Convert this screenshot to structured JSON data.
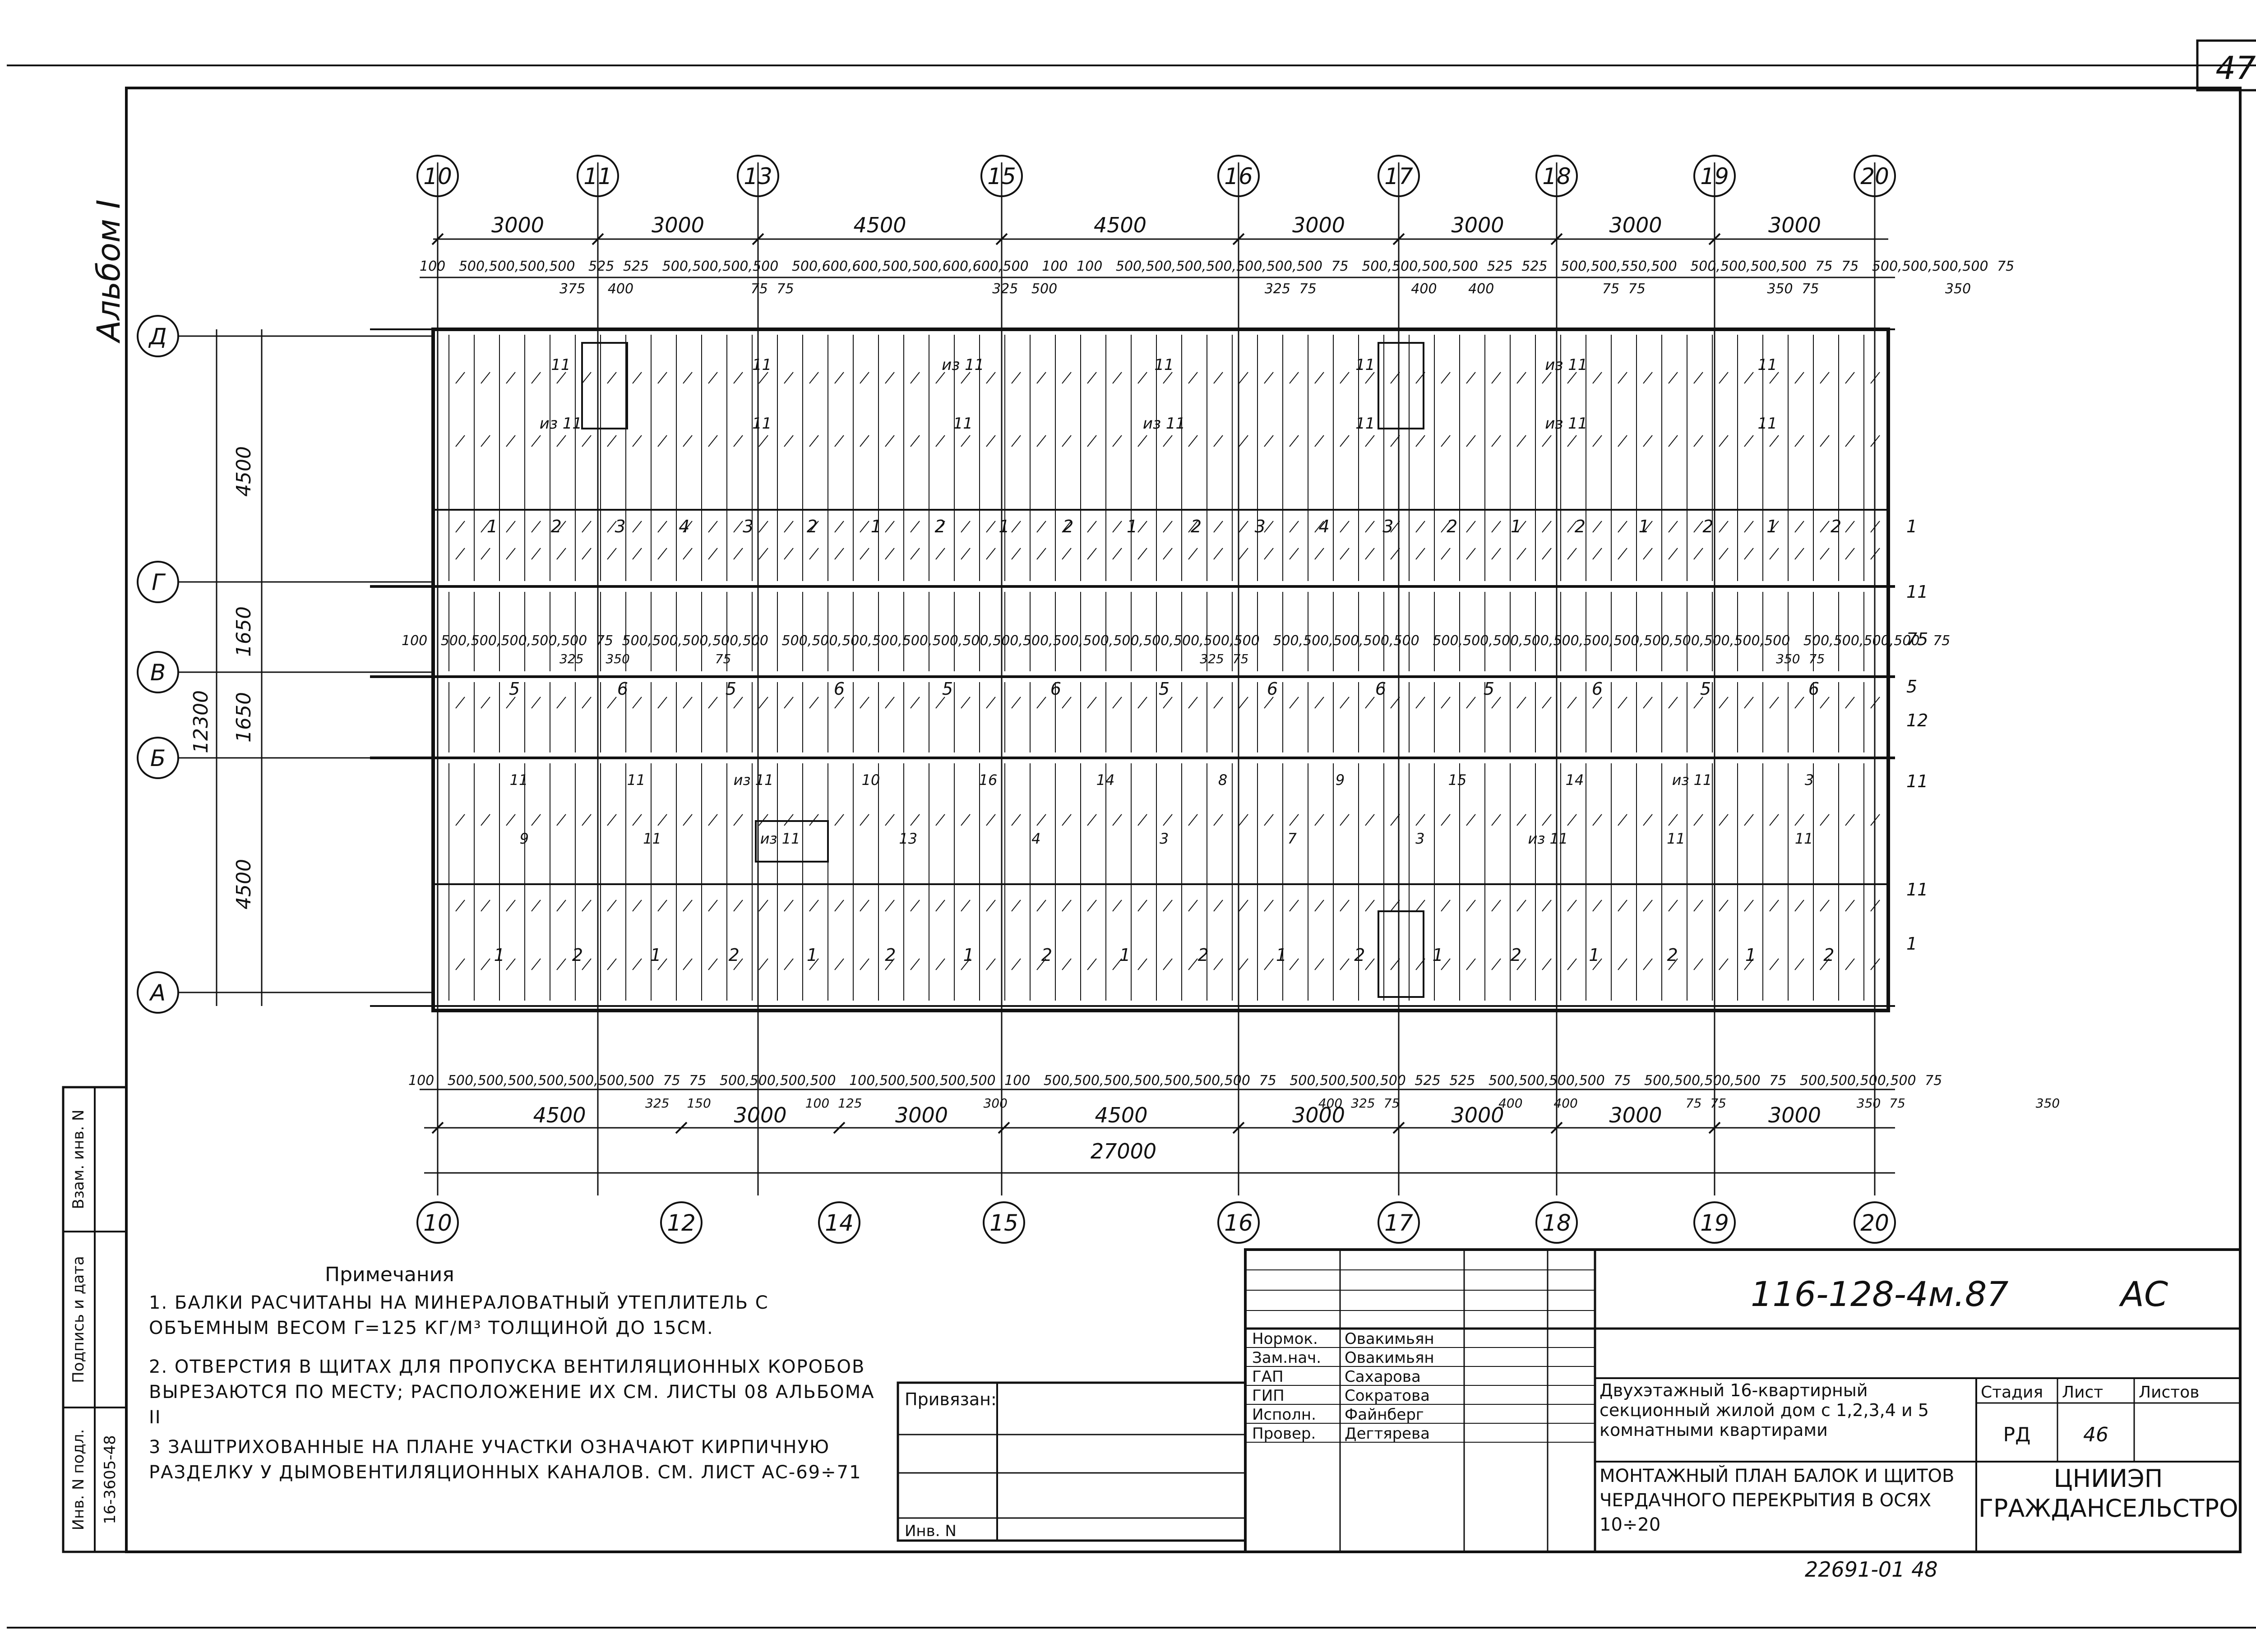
{
  "sheet_corner_number": "47",
  "album_label": "Альбом I",
  "axes_top": [
    "10",
    "11",
    "13",
    "15",
    "16",
    "17",
    "18",
    "19",
    "20"
  ],
  "axes_bottom": [
    "10",
    "12",
    "14",
    "15",
    "16",
    "17",
    "18",
    "19",
    "20"
  ],
  "axes_rows": [
    "Д",
    "Г",
    "В",
    "Б",
    "А"
  ],
  "dims_top_main": [
    "3000",
    "3000",
    "4500",
    "4500",
    "3000",
    "3000",
    "3000",
    "3000"
  ],
  "dims_top_detail": [
    "100",
    "500,500,500,500",
    "525",
    "525",
    "500,500,500,500",
    "500,600,600,500,500,600,600,500",
    "100",
    "100",
    "500,500,500,500,500,500,500",
    "75",
    "500,500,500,500",
    "525",
    "525",
    "500,500,550,500",
    "500,500,500,500",
    "75",
    "75",
    "500,500,500,500",
    "75"
  ],
  "dims_top_sub": [
    "375",
    "400",
    "75",
    "75",
    "325",
    "500",
    "325",
    "75",
    "400",
    "400",
    "75",
    "75",
    "350",
    "75",
    "350"
  ],
  "dims_bottom_detail": [
    "100",
    "500,500,500,500,500,500,500",
    "75",
    "75",
    "500,500,500,500",
    "100,500,500,500,500",
    "100",
    "500,500,500,500,500,500,500",
    "75",
    "500,500,500,500",
    "525",
    "525",
    "500,500,500,500",
    "75",
    "500,500,500,500",
    "75",
    "500,500,500,500",
    "75"
  ],
  "dims_bottom_sub": [
    "325",
    "150",
    "100",
    "125",
    "300",
    "400",
    "325",
    "75",
    "400",
    "400",
    "75",
    "75",
    "350",
    "75",
    "350"
  ],
  "dims_bottom_main": [
    "4500",
    "3000",
    "3000",
    "4500",
    "3000",
    "3000",
    "3000",
    "3000"
  ],
  "dims_total": "27000",
  "dims_left": [
    "4500",
    "1650",
    "1650",
    "4500"
  ],
  "dims_left_total": "12300",
  "dims_mid_row": [
    "100",
    "500,500,500,500,500",
    "75",
    "500,500,500,500,500",
    "500,500,500,500,500,500,500,500,500,500,500,500,500,500,500,500",
    "500,500,500,500,500",
    "500,500,500,500,500,500,500,500,500,500,500,500",
    "500,500,500,500",
    "75"
  ],
  "dims_mid_sub": [
    "325",
    "350",
    "75",
    "325",
    "75",
    "350",
    "75"
  ],
  "right_marks": [
    "1",
    "11",
    "75",
    "5",
    "12",
    "11",
    "11",
    "1"
  ],
  "mark_labels_upper": [
    "11",
    "11",
    "из 11",
    "11",
    "11",
    "из 11",
    "11",
    "из 11",
    "11",
    "11",
    "из 11",
    "11",
    "из 11",
    "11"
  ],
  "mark_labels_mid": [
    "1",
    "2",
    "3",
    "4",
    "3",
    "2",
    "1",
    "2",
    "1",
    "2",
    "1",
    "2",
    "3",
    "4",
    "3",
    "2",
    "1",
    "2",
    "1",
    "2",
    "1",
    "2"
  ],
  "mark_labels_row_b": [
    "5",
    "6",
    "5",
    "6",
    "5",
    "6",
    "5",
    "6",
    "6",
    "5",
    "6",
    "5",
    "6"
  ],
  "mark_labels_lower": [
    "11",
    "11",
    "из 11",
    "10",
    "16",
    "14",
    "8",
    "9",
    "15",
    "14",
    "из 11",
    "3",
    "9",
    "11",
    "из 11",
    "13",
    "4",
    "3",
    "7",
    "3",
    "из 11",
    "11",
    "11"
  ],
  "mark_labels_bottom_row": [
    "1",
    "2",
    "1",
    "2",
    "1",
    "2",
    "1",
    "2",
    "1",
    "2",
    "1",
    "2",
    "1",
    "2",
    "1",
    "2",
    "1",
    "2"
  ],
  "notes": {
    "title": "Примечания",
    "items": [
      "1. Балки расчитаны на минераловатный утеплитель с объемным весом γ=125 кг/м³ толщиной до 15см.",
      "2. Отверстия в щитах для пропуска вентиляционных коробов вырезаются по месту; расположение их см. листы 08 альбома II",
      "3 Заштрихованные на плане участки означают кирпичную разделку у дымовентиляционных каналов. см. лист АС-69÷71"
    ]
  },
  "left_stamp": {
    "cells": [
      "Инв. N подл.",
      "Подпись и дата",
      "Взам. инв. N"
    ],
    "inv_number": "16-3605-48"
  },
  "binding_box": {
    "label": "Привязан:",
    "inv_label": "Инв. N"
  },
  "title_block": {
    "doc_code": "116-128-4м.87",
    "doc_mark": "АС",
    "roles": [
      "Нормок.",
      "Зам.нач.",
      "ГАП",
      "ГИП",
      "Исполн.",
      "Провер."
    ],
    "names": [
      "Овакимьян",
      "Овакимьян",
      "Сахарова",
      "Сократова",
      "Файнберг",
      "Дегтярева"
    ],
    "project_title": "Двухэтажный 16-квартирный секционный жилой дом с 1,2,3,4 и 5 комнатными квартирами",
    "sheet_title": "Монтажный план балок и щитов чердачного перекрытия в осях 10÷20",
    "stage_header": "Стадия",
    "sheet_header": "Лист",
    "sheets_header": "Листов",
    "stage": "РД",
    "sheet": "46",
    "sheets": "",
    "org": "ЦНИИЭП Граждансельстрой"
  },
  "bottom_code": "22691-01 48"
}
